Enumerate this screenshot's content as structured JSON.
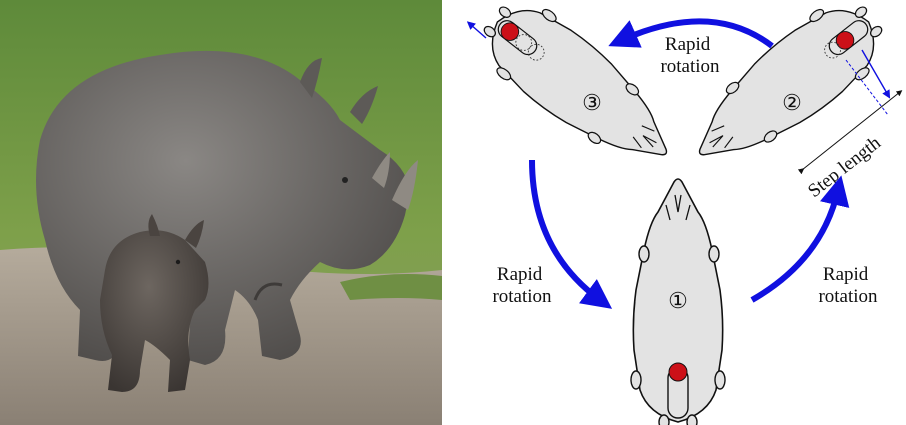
{
  "photo": {
    "subject": "black rhinoceros with calf"
  },
  "diagram": {
    "body_numbers": [
      "①",
      "②",
      "③"
    ],
    "rotation_labels": [
      {
        "line1": "Rapid",
        "line2": "rotation"
      },
      {
        "line1": "Rapid",
        "line2": "rotation"
      },
      {
        "line1": "Rapid",
        "line2": "rotation"
      }
    ],
    "step_length_label": "Step length",
    "colors": {
      "arrow": "#1010e0",
      "foot": "#cc1018",
      "body_fill": "#e3e3e3",
      "outline": "#111111"
    }
  }
}
